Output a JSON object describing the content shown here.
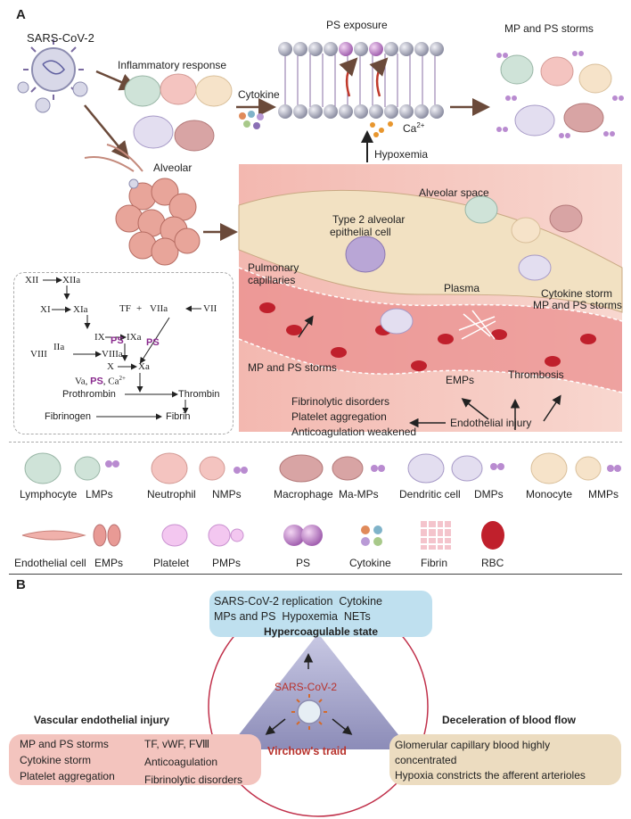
{
  "panel_a": {
    "letter": "A",
    "sars_label": "SARS-CoV-2",
    "inflammatory": "Inflammatory response",
    "cytokine": "Cytokine",
    "ps_exposure": "PS exposure",
    "ca": "Ca",
    "ca_sup": "2+",
    "hypoxemia": "Hypoxemia",
    "mp_ps_storms_top": "MP and PS storms",
    "alveolar": "Alveolar",
    "alveolar_space": "Alveolar space",
    "type2_line1": "Type 2 alveolar",
    "type2_line2": "epithelial cell",
    "pulmonary_line1": "Pulmonary",
    "pulmonary_line2": "capillaries",
    "plasma": "Plasma",
    "cytokine_storm": "Cytokine storm",
    "mp_ps_storms_right": "MP and PS storms",
    "mp_ps_storms_low": "MP and PS storms",
    "emps": "EMPs",
    "thrombosis": "Thrombosis",
    "fibrinolytic": "Fibrinolytic disorders",
    "platelet_agg": "Platelet aggregation",
    "anticoag": "Anticoagulation weakened",
    "endothelial_injury": "Endothelial injury"
  },
  "cascade": {
    "xii": "XII",
    "xiia": "XIIa",
    "xi": "XI",
    "xia": "XIa",
    "tf": "TF",
    "plus": "+",
    "viia": "VIIa",
    "vii": "VII",
    "ix": "IX",
    "ixa": "IXa",
    "ps1": "PS",
    "ps2": "PS",
    "iia": "IIa",
    "viii": "VIII",
    "viiia": "VIIIa",
    "x": "X",
    "xa": "Xa",
    "va": "Va,",
    "ps3": "PS",
    "ca": ", Ca",
    "ca_sup": "2+",
    "prothrombin": "Prothrombin",
    "thrombin": "Thrombin",
    "fibrinogen": "Fibrinogen",
    "fibrin": "Fibrin"
  },
  "legend": {
    "row1": [
      "Lymphocyte",
      "LMPs",
      "Neutrophil",
      "NMPs",
      "Macrophage",
      "Ma-MPs",
      "Dendritic cell",
      "DMPs",
      "Monocyte",
      "MMPs"
    ],
    "row2": [
      "Endothelial cell",
      "EMPs",
      "Platelet",
      "PMPs",
      "PS",
      "Cytokine",
      "Fibrin",
      "RBC"
    ]
  },
  "panel_b": {
    "letter": "B",
    "blue_line1": "SARS-CoV-2 replication  Cytokine",
    "blue_line2": "MPs and PS  Hypoxemia  NETs",
    "hypercoag": "Hypercoagulable state",
    "center_virus": "SARS-CoV-2",
    "virchow": "Virchow's traid",
    "vascular_title": "Vascular endothelial injury",
    "red_left": [
      "MP and PS storms",
      "Cytokine storm",
      "Platelet aggregation"
    ],
    "red_right": [
      "TF, vWF, FⅧ",
      "Anticoagulation",
      "Fibrinolytic disorders"
    ],
    "decel_title": "Deceleration of blood flow",
    "beige_lines": [
      "Glomerular capillary blood highly",
      "concentrated",
      "Hypoxia constricts the afferent arterioles"
    ]
  },
  "colors": {
    "ps_purple": "#8a2b8e",
    "virchow_red": "#b8332d",
    "circle_red": "#c0304a",
    "arrow_brown": "#6b4a3a"
  }
}
